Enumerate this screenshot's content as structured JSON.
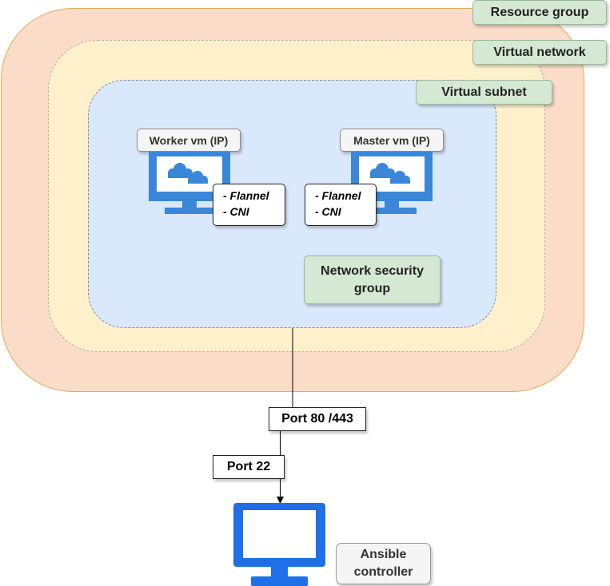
{
  "containers": {
    "resource_group": "Resource group",
    "virtual_network": "Virtual network",
    "virtual_subnet": "Virtual subnet"
  },
  "vms": {
    "worker": {
      "label": "Worker vm (IP)",
      "components": [
        "- Flannel",
        "- CNI"
      ],
      "icon": "cloud-monitor-icon"
    },
    "master": {
      "label": "Master vm (IP)",
      "components": [
        "- Flannel",
        "- CNI"
      ],
      "icon": "cloud-monitor-icon"
    }
  },
  "nsg": {
    "line1": "Network security",
    "line2": "group"
  },
  "ports": {
    "web": "Port 80 /443",
    "ssh": "Port 22"
  },
  "controller": {
    "line1": "Ansible",
    "line2": "controller",
    "icon": "monitor-icon"
  },
  "colors": {
    "resource_group_fill": "#fbdcc8",
    "resource_group_border": "#e8a857",
    "virtual_network_fill": "#fff0cc",
    "virtual_subnet_fill": "#dae8fc",
    "label_green": "#d5e8d4",
    "vm_icon_blue": "#3a87d9",
    "controller_icon_blue": "#1f6fe8"
  }
}
